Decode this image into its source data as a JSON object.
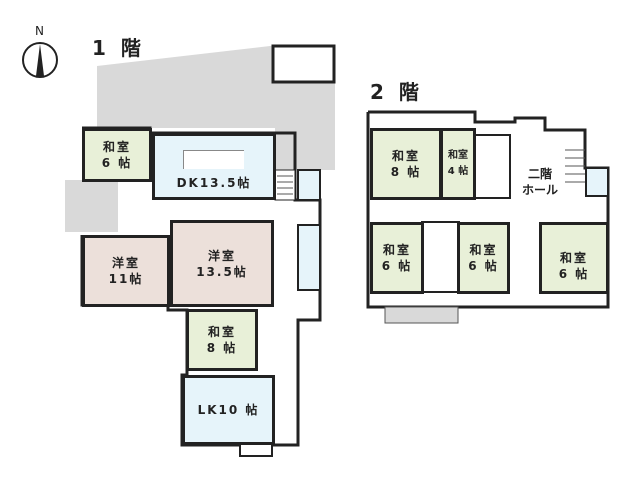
{
  "compass": {
    "label": "N"
  },
  "floor1": {
    "title": "1 階",
    "rooms": [
      {
        "name": "和室",
        "size": "6 帖"
      },
      {
        "name": "DK13.5帖"
      },
      {
        "name": "洋室",
        "size": "11帖"
      },
      {
        "name": "洋室",
        "size": "13.5帖"
      },
      {
        "name": "和室",
        "size": "8 帖"
      },
      {
        "name": "LK10 帖"
      }
    ]
  },
  "floor2": {
    "title": "2 階",
    "rooms": [
      {
        "name": "和室",
        "size": "8 帖"
      },
      {
        "name": "和室",
        "size": "4 帖"
      },
      {
        "name": "二階",
        "size": "ホール"
      },
      {
        "name": "和室",
        "size": "6 帖"
      },
      {
        "name": "和室",
        "size": "6 帖"
      },
      {
        "name": "和室",
        "size": "6 帖"
      }
    ]
  },
  "colors": {
    "washitsu": "#e8f0d8",
    "dk": "#e6f4fa",
    "yoshitsu": "#ece0da",
    "exterior": "#d9d9d9"
  }
}
